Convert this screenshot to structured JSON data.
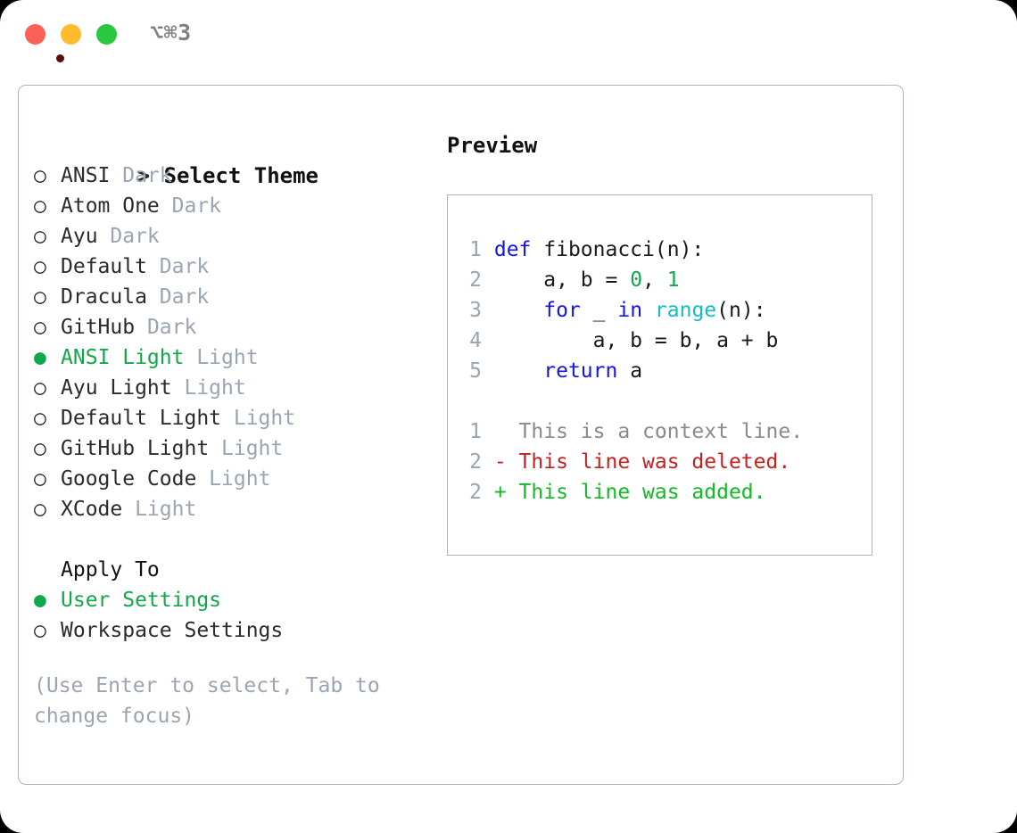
{
  "titlebar": {
    "shortcut": "⌥⌘3",
    "buttons": [
      "close",
      "minimize",
      "zoom"
    ],
    "colors": {
      "red": "#fb6159",
      "amber": "#fdbc2e",
      "green": "#28c83f"
    }
  },
  "theme_picker": {
    "heading_marker": ">",
    "heading": "Select Theme",
    "items": [
      {
        "marker": "○",
        "label": "ANSI",
        "tag": "Dark",
        "selected": false
      },
      {
        "marker": "○",
        "label": "Atom One",
        "tag": "Dark",
        "selected": false
      },
      {
        "marker": "○",
        "label": "Ayu",
        "tag": "Dark",
        "selected": false
      },
      {
        "marker": "○",
        "label": "Default",
        "tag": "Dark",
        "selected": false
      },
      {
        "marker": "○",
        "label": "Dracula",
        "tag": "Dark",
        "selected": false
      },
      {
        "marker": "○",
        "label": "GitHub",
        "tag": "Dark",
        "selected": false
      },
      {
        "marker": "●",
        "label": "ANSI Light",
        "tag": "Light",
        "selected": true
      },
      {
        "marker": "○",
        "label": "Ayu Light",
        "tag": "Light",
        "selected": false
      },
      {
        "marker": "○",
        "label": "Default Light",
        "tag": "Light",
        "selected": false
      },
      {
        "marker": "○",
        "label": "GitHub Light",
        "tag": "Light",
        "selected": false
      },
      {
        "marker": "○",
        "label": "Google Code",
        "tag": "Light",
        "selected": false
      },
      {
        "marker": "○",
        "label": "XCode",
        "tag": "Light",
        "selected": false
      }
    ]
  },
  "apply_to": {
    "heading": "Apply To",
    "options": [
      {
        "marker": "●",
        "label": "User Settings",
        "selected": true
      },
      {
        "marker": "○",
        "label": "Workspace Settings",
        "selected": false
      }
    ]
  },
  "hint": "(Use Enter to select, Tab to change focus)",
  "preview": {
    "title": "Preview",
    "code_lines": [
      {
        "number": "1",
        "tokens": [
          {
            "t": "def",
            "c": "kw"
          },
          {
            "t": " fibonacci(n):",
            "c": "txt"
          }
        ]
      },
      {
        "number": "2",
        "tokens": [
          {
            "t": "    a, b = ",
            "c": "txt"
          },
          {
            "t": "0",
            "c": "num"
          },
          {
            "t": ", ",
            "c": "txt"
          },
          {
            "t": "1",
            "c": "num"
          }
        ]
      },
      {
        "number": "3",
        "tokens": [
          {
            "t": "    ",
            "c": "txt"
          },
          {
            "t": "for",
            "c": "kw"
          },
          {
            "t": " _ ",
            "c": "txt"
          },
          {
            "t": "in",
            "c": "kw"
          },
          {
            "t": " ",
            "c": "txt"
          },
          {
            "t": "range",
            "c": "fn"
          },
          {
            "t": "(n):",
            "c": "txt"
          }
        ]
      },
      {
        "number": "4",
        "tokens": [
          {
            "t": "        a, b = b, a + b",
            "c": "txt"
          }
        ]
      },
      {
        "number": "5",
        "tokens": [
          {
            "t": "    ",
            "c": "txt"
          },
          {
            "t": "return",
            "c": "kw"
          },
          {
            "t": " a",
            "c": "txt"
          }
        ]
      }
    ],
    "diff_lines": [
      {
        "number": "1",
        "text": "  This is a context line.",
        "kind": "ctx"
      },
      {
        "number": "2",
        "text": "- This line was deleted.",
        "kind": "del"
      },
      {
        "number": "2",
        "text": "+ This line was added.",
        "kind": "add"
      }
    ]
  },
  "colors": {
    "accent_green": "#11a84a",
    "keyword_blue": "#1414e6",
    "function_cyan": "#13bcc8",
    "number_green": "#11a84a",
    "diff_removed": "#c62020",
    "diff_added": "#11bb22",
    "muted_tag": "#9aa5b1",
    "border": "#aab4c0"
  }
}
